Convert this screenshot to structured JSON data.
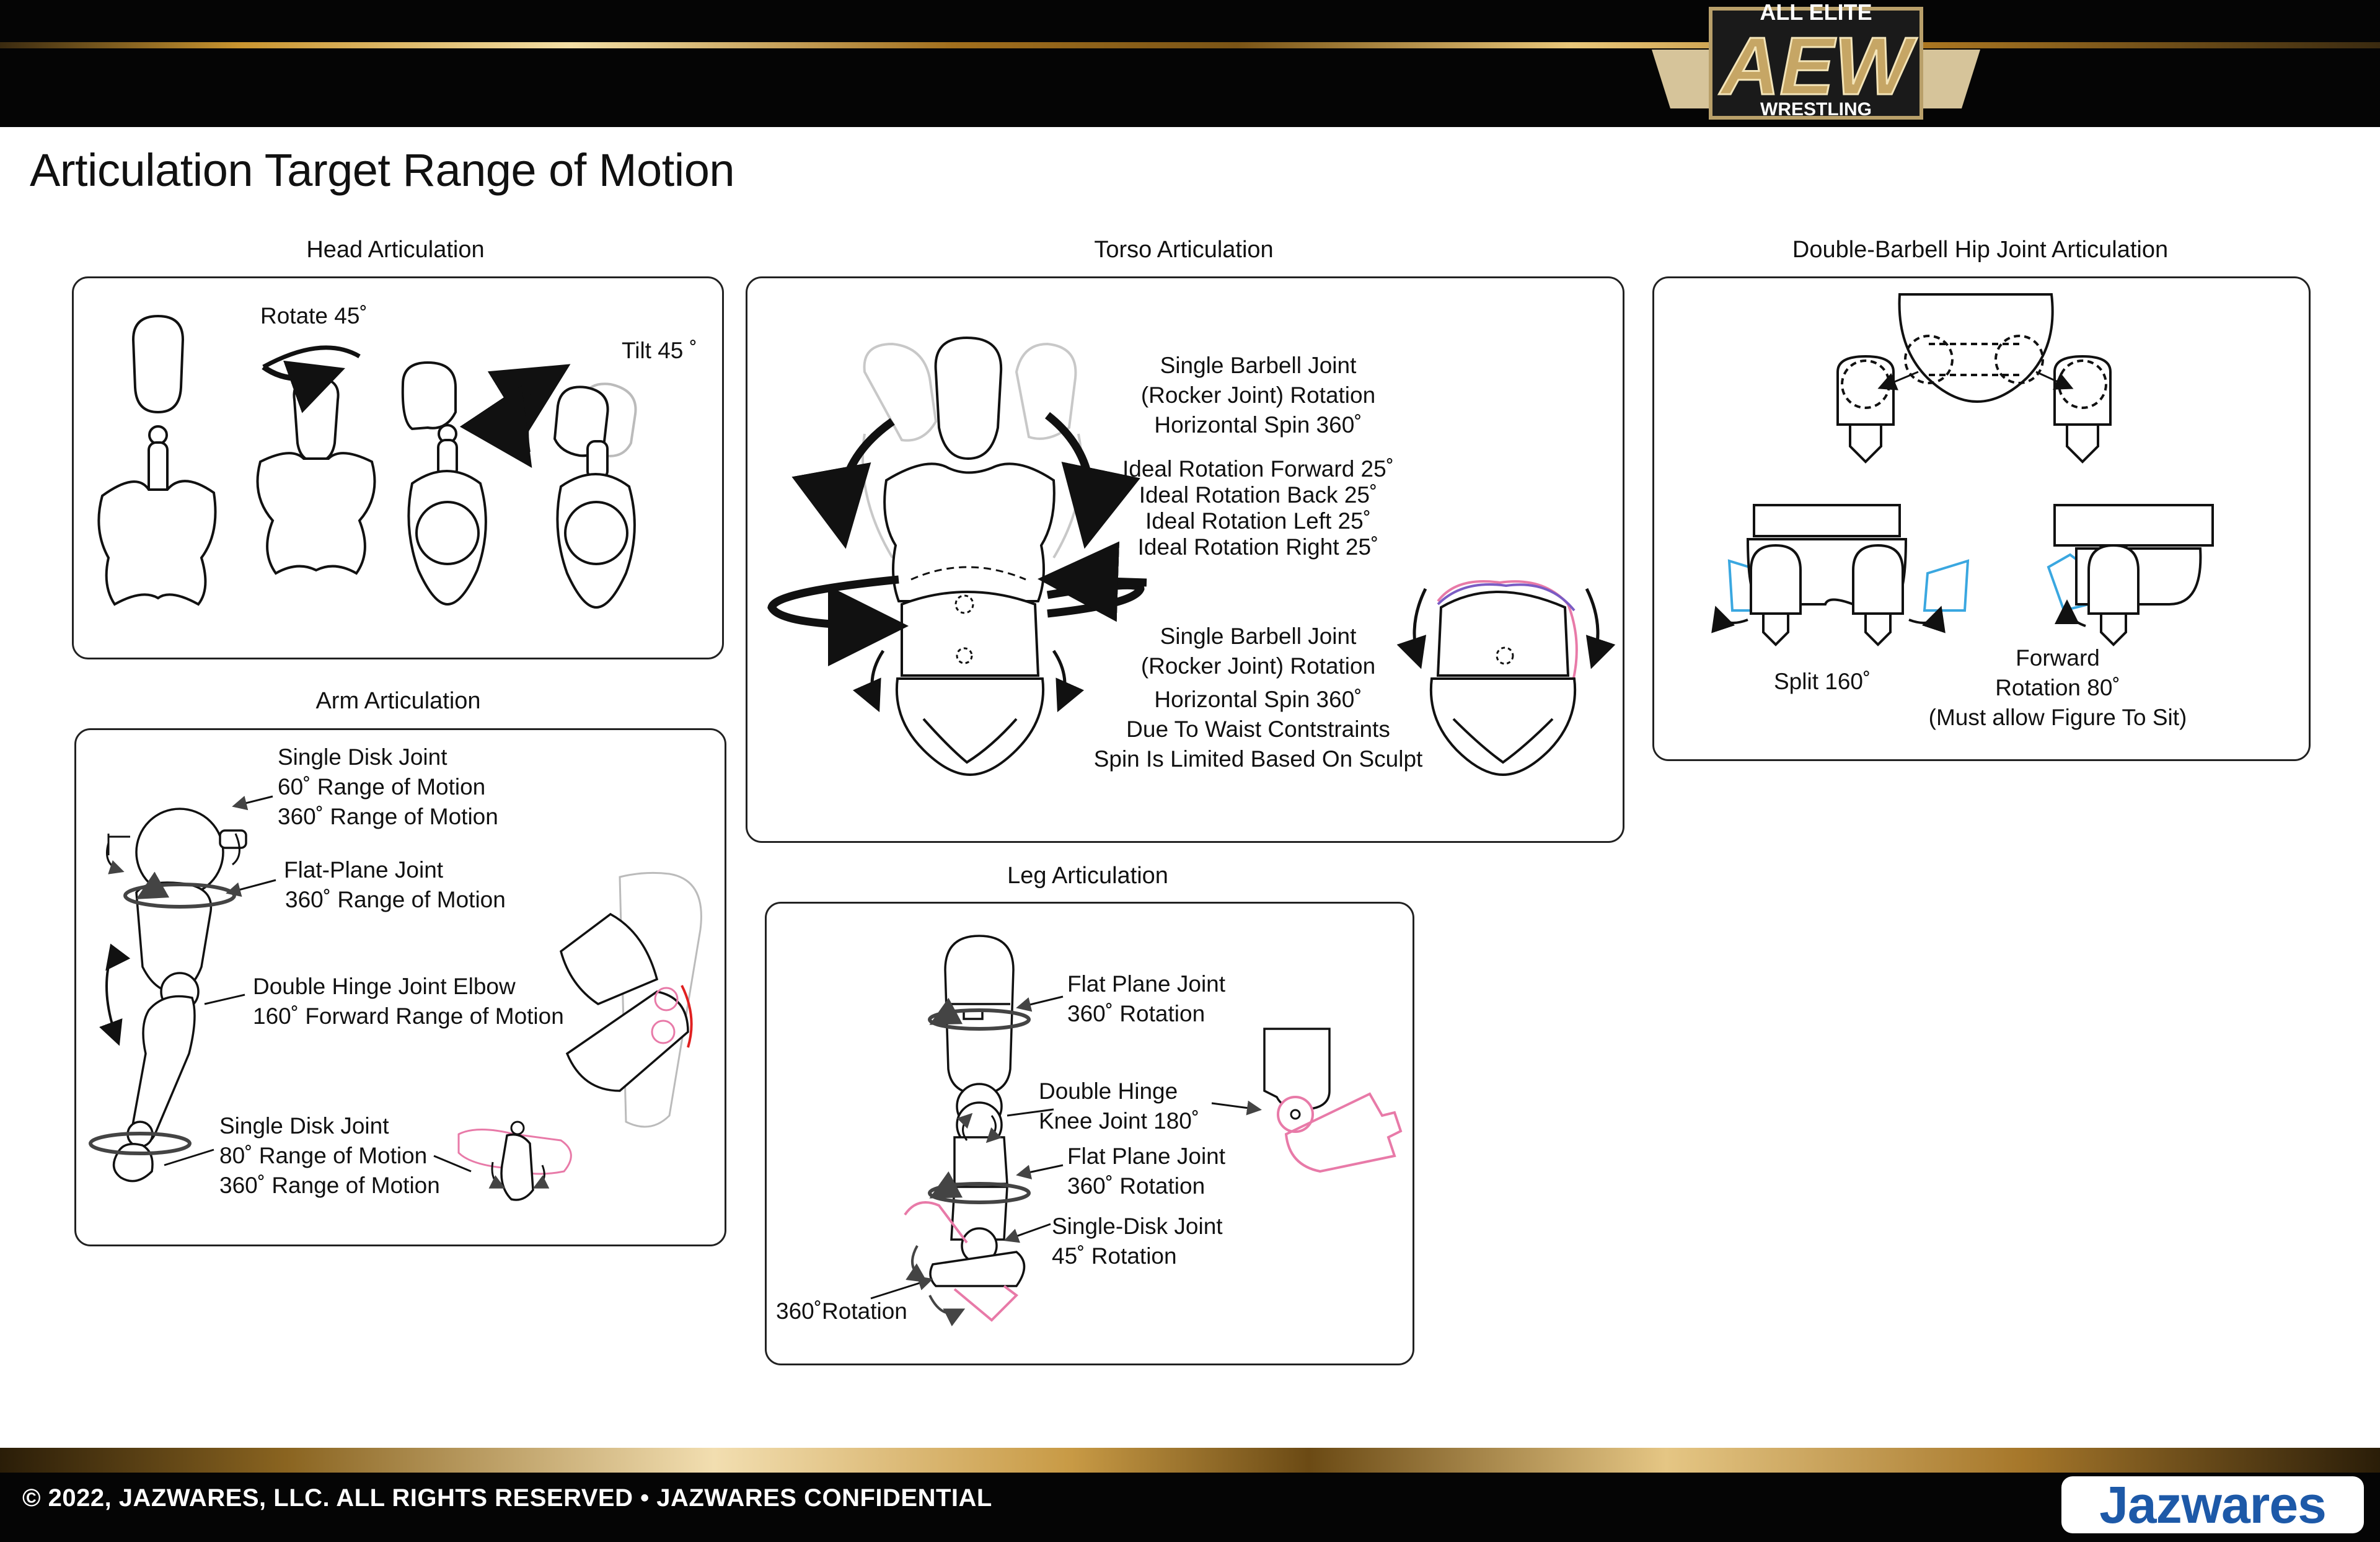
{
  "header": {
    "logo": {
      "top_text": "ALL ELITE",
      "main_text": "AEW",
      "bottom_text": "WRESTLING"
    }
  },
  "page_title": "Articulation Target Range of Motion",
  "sections": {
    "head": {
      "title": "Head Articulation",
      "rotate_label": "Rotate 45˚",
      "tilt_label": "Tilt 45  ˚"
    },
    "torso": {
      "title": "Torso Articulation",
      "upper_joint": [
        "Single Barbell Joint",
        "(Rocker Joint) Rotation",
        "Horizontal Spin 360˚"
      ],
      "ideal_rotation": [
        "Ideal Rotation Forward 25˚",
        "Ideal Rotation Back 25˚",
        "Ideal Rotation Left 25˚",
        "Ideal Rotation Right 25˚"
      ],
      "lower_joint": [
        "Single Barbell Joint",
        "(Rocker Joint) Rotation",
        "Horizontal Spin 360˚",
        "Due To Waist Contstraints",
        "Spin Is Limited Based On Sculpt"
      ]
    },
    "hip": {
      "title": "Double-Barbell Hip Joint Articulation",
      "split_label": "Split 160˚",
      "forward_label": [
        "Forward",
        "Rotation 80˚",
        "(Must allow Figure To Sit)"
      ]
    },
    "arm": {
      "title": "Arm Articulation",
      "shoulder": [
        "Single Disk Joint",
        "60˚ Range of Motion",
        "360˚ Range of Motion"
      ],
      "bicep": [
        "Flat-Plane Joint",
        "360˚ Range of Motion"
      ],
      "elbow": [
        "Double Hinge Joint Elbow",
        "160˚  Forward Range of Motion"
      ],
      "wrist": [
        "Single Disk Joint",
        "80˚ Range of Motion",
        "360˚ Range of Motion"
      ]
    },
    "leg": {
      "title": "Leg  Articulation",
      "thigh": [
        "Flat Plane Joint",
        "360˚ Rotation"
      ],
      "knee": [
        "Double Hinge",
        "Knee Joint 180˚"
      ],
      "boot": [
        "Flat Plane Joint",
        "360˚ Rotation"
      ],
      "ankle": [
        "Single-Disk  Joint",
        "45˚ Rotation"
      ],
      "foot_rotation": "360˚Rotation"
    }
  },
  "footer": {
    "copyright": "© 2022, JAZWARES, LLC. ALL RIGHTS RESERVED • JAZWARES CONFIDENTIAL",
    "brand": "Jazwares"
  },
  "colors": {
    "black": "#050505",
    "gold": "#c9942f",
    "pink_alt_pose": "#e87aa8",
    "blue_alt_pose": "#3aa7e0",
    "purple_alt_pose": "#7a5cc4",
    "jazwares_blue": "#1d59a8"
  }
}
